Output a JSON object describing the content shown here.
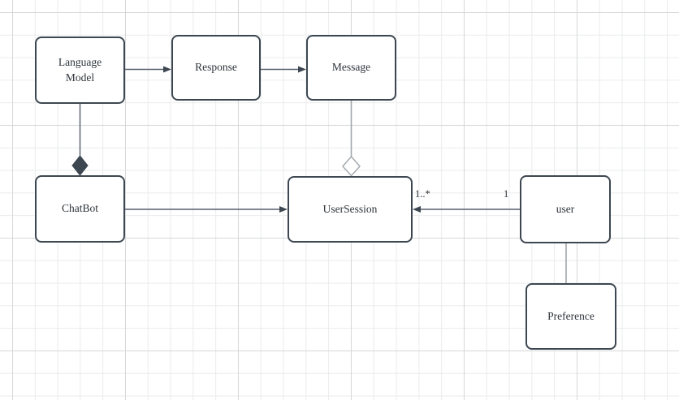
{
  "canvas": {
    "background": "#ffffff",
    "grid": {
      "minor_color": "#eaebec",
      "major_color": "#d7d8da"
    }
  },
  "colors": {
    "node_fill": "#ffffff",
    "node_border": "#3d4751",
    "edge_dark": "#565f6a",
    "edge_arrow": "#3d4751",
    "edge_gray": "#a2a7ac",
    "label_text": "#2d333a"
  },
  "nodes": {
    "language_model": {
      "label": "Language Model"
    },
    "response": {
      "label": "Response"
    },
    "message": {
      "label": "Message"
    },
    "chatbot": {
      "label": "ChatBot"
    },
    "user_session": {
      "label": "UserSession"
    },
    "user": {
      "label": "user"
    },
    "preference": {
      "label": "Preference"
    }
  },
  "edges": {
    "language_model_to_response": {
      "from": "Language Model",
      "to": "Response",
      "marker": "arrow"
    },
    "response_to_message": {
      "from": "Response",
      "to": "Message",
      "marker": "arrow"
    },
    "language_model_to_chatbot": {
      "from": "Language Model",
      "to": "ChatBot",
      "marker": "filled-diamond"
    },
    "message_to_user_session": {
      "from": "Message",
      "to": "UserSession",
      "marker": "hollow-diamond"
    },
    "chatbot_to_user_session": {
      "from": "ChatBot",
      "to": "UserSession",
      "marker": "arrow"
    },
    "user_to_user_session": {
      "from": "user",
      "to": "UserSession",
      "marker": "arrow",
      "source_label": "1",
      "target_label": "1..*"
    },
    "user_to_preference": {
      "from": "user",
      "to": "Preference",
      "marker": "none"
    }
  }
}
